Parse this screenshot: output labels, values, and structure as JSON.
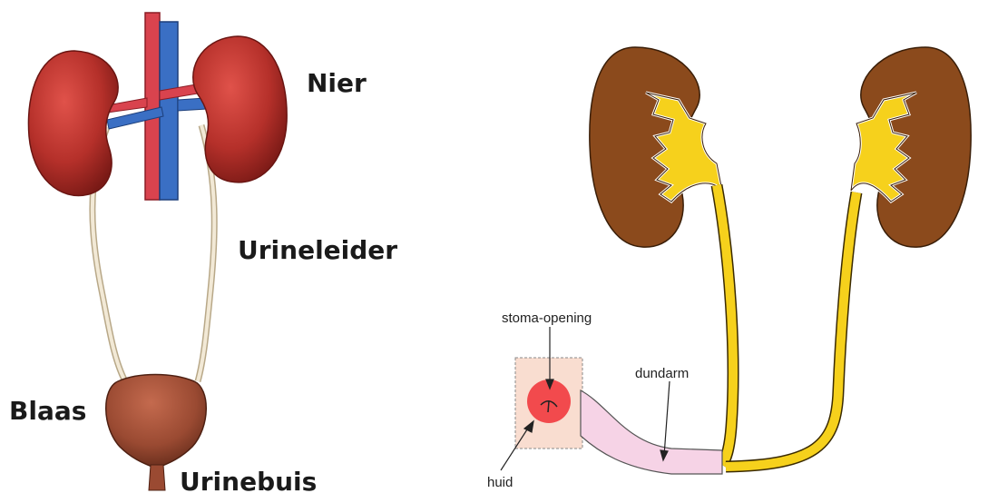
{
  "left_diagram": {
    "labels": {
      "kidney": "Nier",
      "ureter": "Urineleider",
      "bladder": "Blaas",
      "urethra": "Urinebuis"
    },
    "colors": {
      "kidney": "#b5302a",
      "bladder": "#9a4a32",
      "artery": "#d9434e",
      "vein": "#3a6fc4",
      "ureter": "#e8dcc4"
    }
  },
  "right_diagram": {
    "labels": {
      "stoma": "stoma-opening",
      "intestine": "dundarm",
      "skin": "huid"
    },
    "colors": {
      "kidney": "#8b4a1c",
      "ureter": "#f6d11c",
      "intestine": "#f6d3e6",
      "skin": "#f9ddd0",
      "stoma": "#f24a4d"
    }
  }
}
